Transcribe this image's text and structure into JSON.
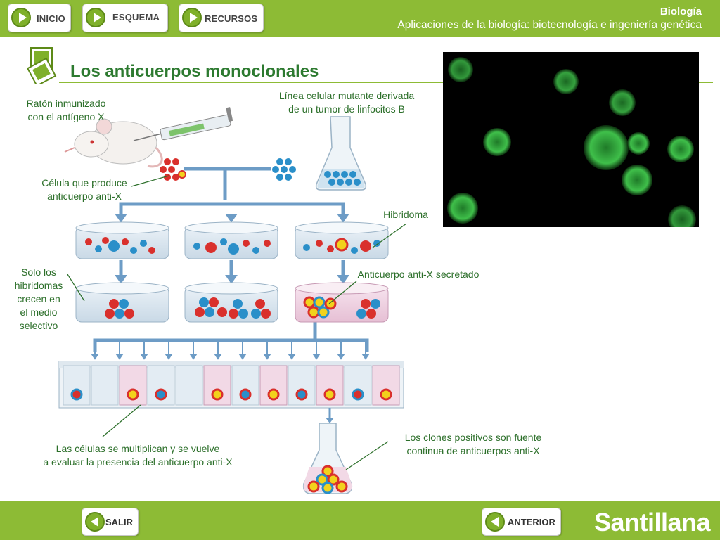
{
  "topbar": {
    "nav": [
      {
        "label": "INICIO"
      },
      {
        "label": "ESQUEMA"
      },
      {
        "label": "RECURSOS"
      }
    ],
    "subject": "Biología",
    "unit_title": "Aplicaciones de la biología: biotecnología e ingeniería genética"
  },
  "header": {
    "title": "Los anticuerpos monoclonales"
  },
  "diagram": {
    "labels": {
      "mouse_1": "Ratón inmunizado",
      "mouse_2": "con el antígeno X",
      "cell_line_1": "Línea celular mutante derivada",
      "cell_line_2": "de un tumor de linfocitos B",
      "producer_1": "Célula que produce",
      "producer_2": "anticuerpo anti-X",
      "hybridoma": "Hibridoma",
      "selective_1": "Solo los",
      "selective_2": "hibridomas",
      "selective_3": "crecen en",
      "selective_4": "el medio",
      "selective_5": "selectivo",
      "secreted": "Anticuerpo anti-X secretado",
      "multiply_1": "Las células se multiplican y se vuelve",
      "multiply_2": "a evaluar la presencia del anticuerpo anti-X",
      "clones_1": "Los clones positivos son fuente",
      "clones_2": "continua de anticuerpos anti-X"
    }
  },
  "bottombar": {
    "salir_label": "SALIR",
    "anterior_label": "ANTERIOR",
    "brand": "Santillana"
  },
  "colors": {
    "bar_green": "#8dbb35",
    "title_green": "#2d7a30",
    "label_green": "#2c6f2a",
    "cell_red": "#d9302c",
    "cell_blue": "#2a8fc9",
    "hybrid_yellow": "#f2d21c",
    "arrow_blue": "#6d9cc6",
    "fluorescent_green": "#3fbf4a"
  }
}
